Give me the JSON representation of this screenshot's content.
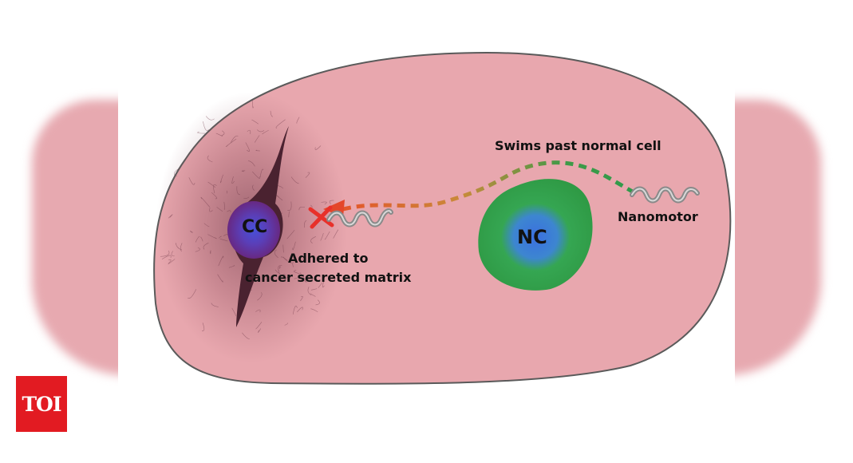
{
  "labels": {
    "cancer_cell": "CC",
    "normal_cell": "NC",
    "swims_past": "Swims past normal cell",
    "nanomotor": "Nanomotor",
    "adhered_line1": "Adhered to",
    "adhered_line2": "cancer secreted matrix"
  },
  "logo": {
    "text": "TOI"
  },
  "colors": {
    "tissue": "#e8a7ae",
    "tissue_edge": "#555555",
    "normal_cell": "#3aa84a",
    "normal_nucleus": "#3d7fd8",
    "cancer_cell": "#6a2a86",
    "cancer_nucleus": "#4a4fd0",
    "path_green": "#2e9a4a",
    "path_orange": "#e07a2c",
    "cross": "#e8302a",
    "logo_bg": "#e21b22"
  }
}
